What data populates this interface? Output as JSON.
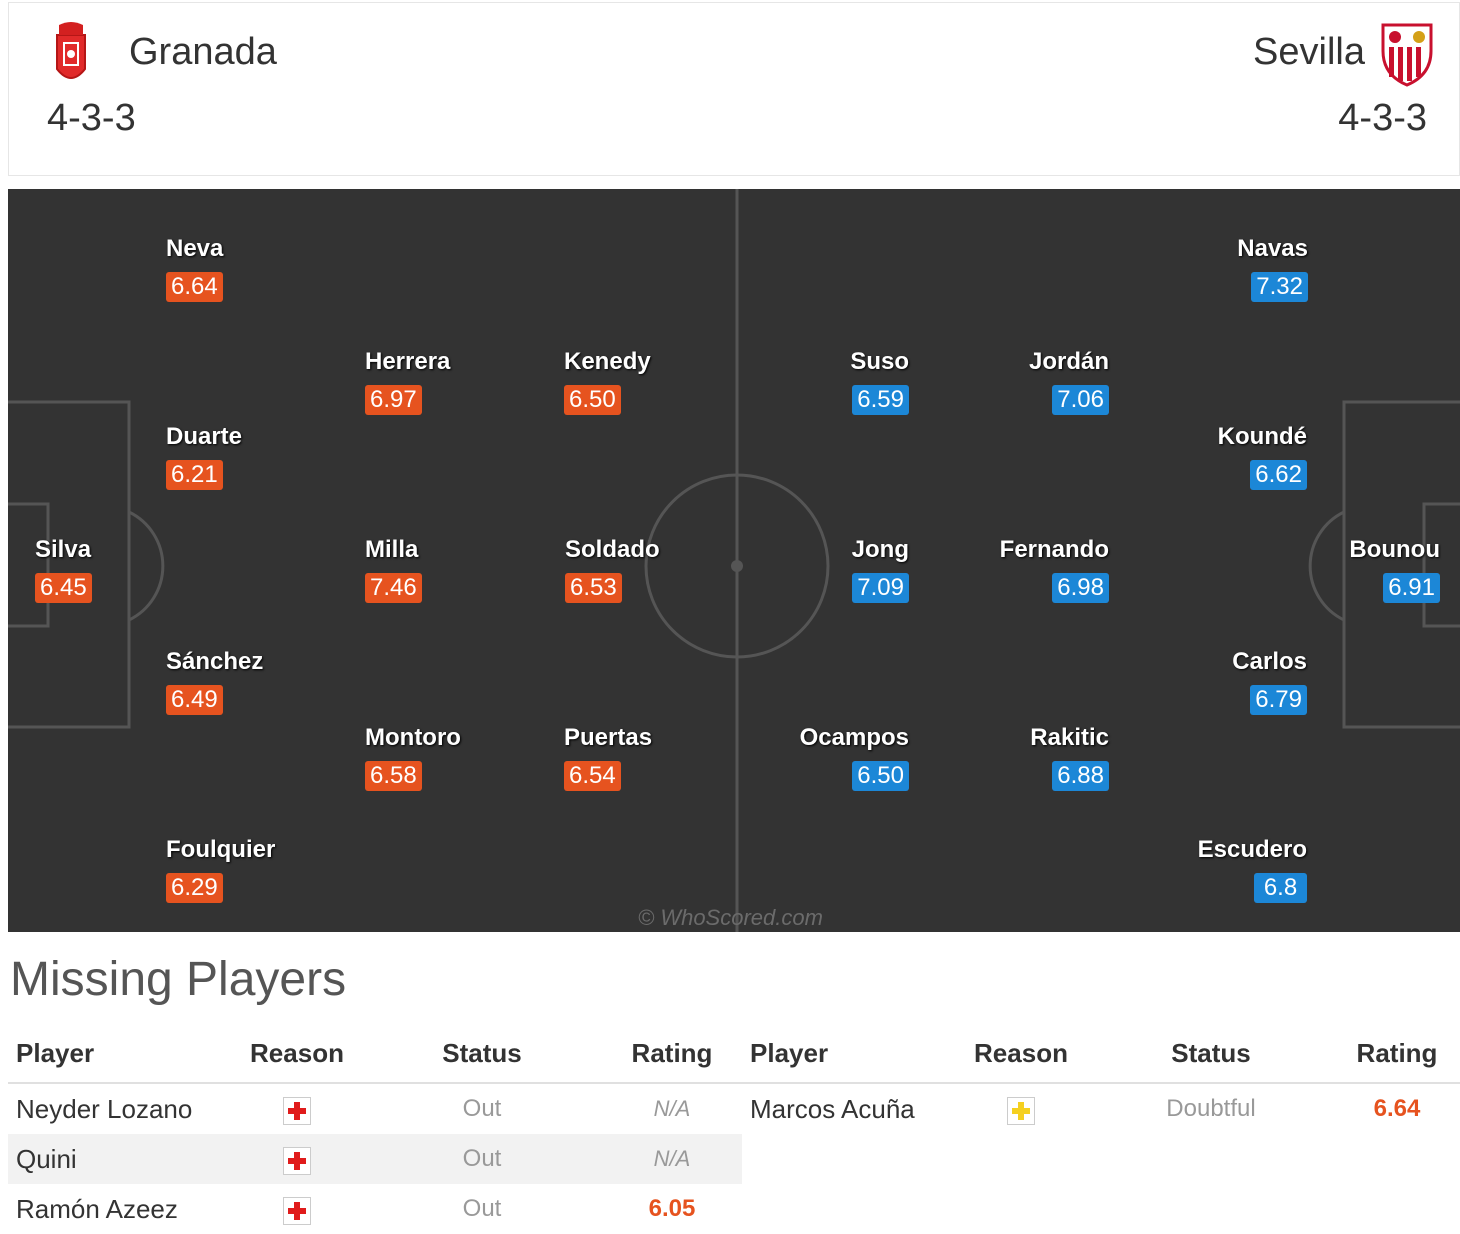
{
  "home": {
    "name": "Granada",
    "formation": "4-3-3",
    "players": [
      {
        "name": "Neva",
        "rating": "6.64"
      },
      {
        "name": "Herrera",
        "rating": "6.97"
      },
      {
        "name": "Kenedy",
        "rating": "6.50"
      },
      {
        "name": "Duarte",
        "rating": "6.21"
      },
      {
        "name": "Silva",
        "rating": "6.45"
      },
      {
        "name": "Milla",
        "rating": "7.46"
      },
      {
        "name": "Soldado",
        "rating": "6.53"
      },
      {
        "name": "Sánchez",
        "rating": "6.49"
      },
      {
        "name": "Montoro",
        "rating": "6.58"
      },
      {
        "name": "Puertas",
        "rating": "6.54"
      },
      {
        "name": "Foulquier",
        "rating": "6.29"
      }
    ]
  },
  "away": {
    "name": "Sevilla",
    "formation": "4-3-3",
    "players": [
      {
        "name": "Navas",
        "rating": "7.32"
      },
      {
        "name": "Suso",
        "rating": "6.59"
      },
      {
        "name": "Jordán",
        "rating": "7.06"
      },
      {
        "name": "Koundé",
        "rating": "6.62"
      },
      {
        "name": "Jong",
        "rating": "7.09"
      },
      {
        "name": "Fernando",
        "rating": "6.98"
      },
      {
        "name": "Bounou",
        "rating": "6.91"
      },
      {
        "name": "Carlos",
        "rating": "6.79"
      },
      {
        "name": "Ocampos",
        "rating": "6.50"
      },
      {
        "name": "Rakitic",
        "rating": "6.88"
      },
      {
        "name": "Escudero",
        "rating": "6.8"
      }
    ]
  },
  "watermark": "© WhoScored.com",
  "missing": {
    "title": "Missing Players",
    "headers": {
      "player": "Player",
      "reason": "Reason",
      "status": "Status",
      "rating": "Rating"
    },
    "home": [
      {
        "player": "Neyder Lozano",
        "reason": "injury-icon",
        "status": "Out",
        "rating": "N/A"
      },
      {
        "player": "Quini",
        "reason": "injury-icon",
        "status": "Out",
        "rating": "N/A"
      },
      {
        "player": "Ramón Azeez",
        "reason": "injury-icon",
        "status": "Out",
        "rating": "6.05"
      }
    ],
    "away": [
      {
        "player": "Marcos Acuña",
        "reason": "doubtful-injury-icon",
        "status": "Doubtful",
        "rating": "6.64"
      }
    ]
  },
  "colors": {
    "pitch": "#333333",
    "home_rating": "#e6531f",
    "away_rating": "#1c87d7",
    "injury": "#e01b1b",
    "doubtful": "#f5d020"
  }
}
